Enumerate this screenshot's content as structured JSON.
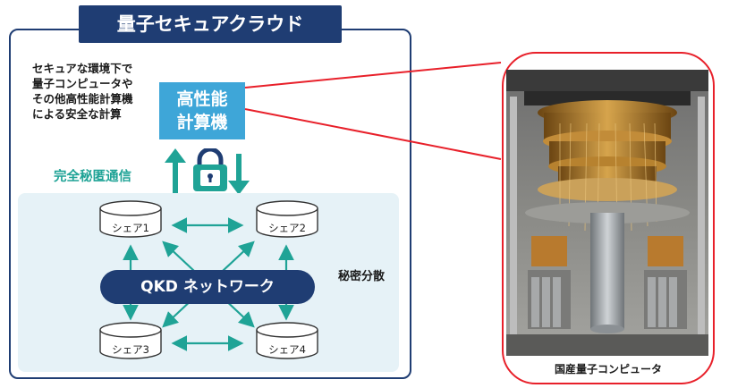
{
  "title": "量子セキュアクラウド",
  "lead_lines": [
    "セキュアな環境下で",
    "量子コンピュータや",
    "その他高性能計算機",
    "による安全な計算"
  ],
  "hpc_lines": [
    "高性能",
    "計算機"
  ],
  "secure_comm": "完全秘匿通信",
  "network_label": "QKD ネットワーク",
  "distributed_label": "秘密分散",
  "shares": [
    "シェア1",
    "シェア2",
    "シェア3",
    "シェア4"
  ],
  "photo_caption": "国産量子コンピュータ",
  "colors": {
    "navy": "#1f3d73",
    "teal": "#1fa396",
    "sky": "#3ea6d8",
    "red": "#e8202a",
    "pale": "#e6f2f7"
  }
}
